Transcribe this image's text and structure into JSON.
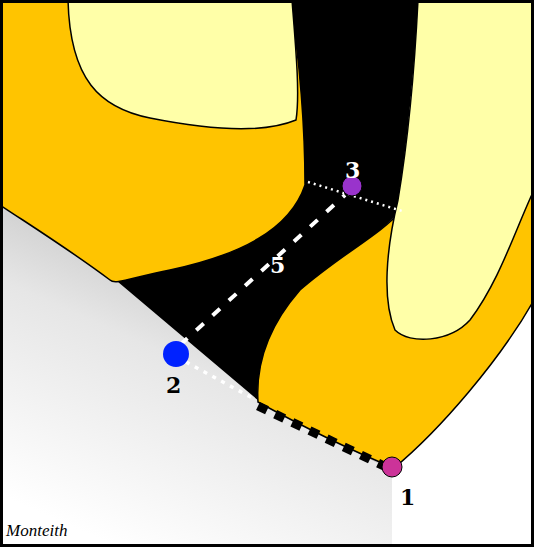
{
  "diagram": {
    "labels": [
      "3",
      "5",
      "2",
      "1",
      "Monteith"
    ]
  }
}
